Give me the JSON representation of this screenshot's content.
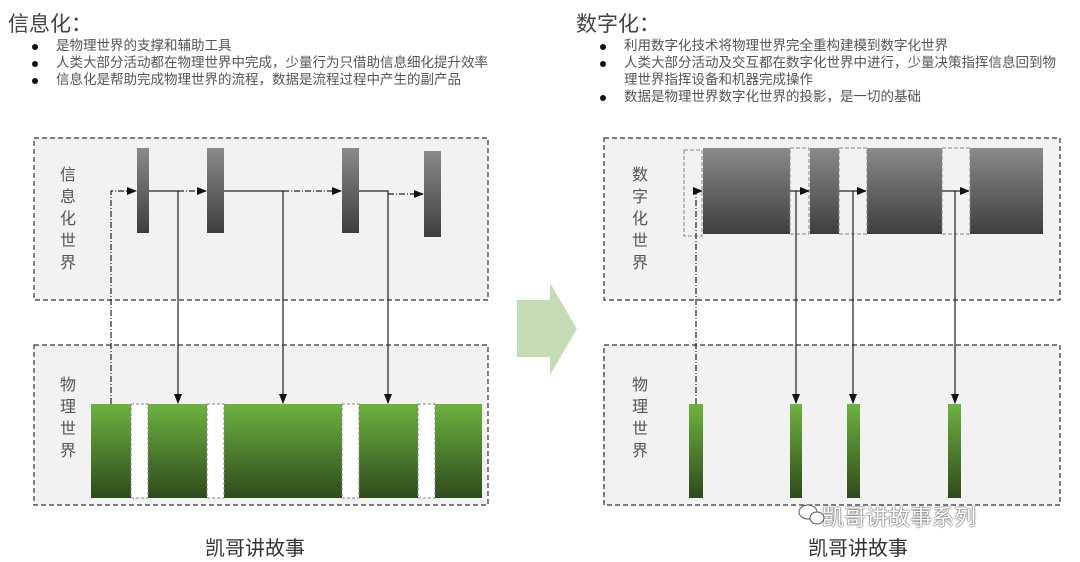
{
  "left": {
    "heading": "信息化：",
    "bullets": [
      "是物理世界的支撑和辅助工具",
      "人类大部分活动都在物理世界中完成，少量行为只借助信息细化提升效率",
      "信息化是帮助完成物理世界的流程，数据是流程过程中产生的副产品"
    ],
    "top_label": "信息化世界",
    "bottom_label": "物理世界",
    "caption": "凯哥讲故事"
  },
  "right": {
    "heading": "数字化：",
    "bullets": [
      "利用数字化技术将物理世界完全重构建模到数字化世界",
      "人类大部分活动及交互都在数字化世界中进行，少量决策指挥信息回到物理世界指挥设备和机器完成操作",
      "数据是物理世界数字化世界的投影，是一切的基础"
    ],
    "top_label": "数字化世界",
    "bottom_label": "物理世界",
    "caption": "凯哥讲故事"
  },
  "watermark": "凯哥讲故事系列",
  "colors": {
    "green_top": "#6db33f",
    "green_bottom": "#2e4a1c",
    "gray_top": "#8a8a8a",
    "gray_bottom": "#3e3e3e",
    "panel": "#f2f2f2",
    "transition_arrow": "#c6dcb5"
  }
}
